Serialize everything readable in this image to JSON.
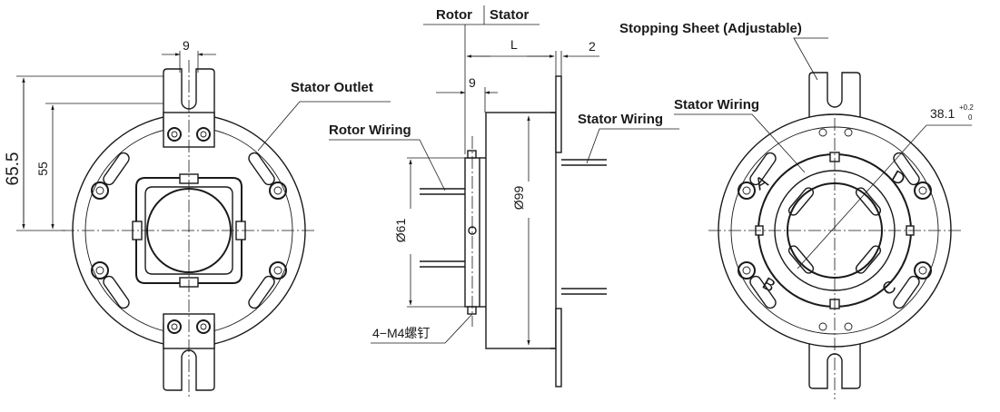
{
  "header": {
    "rotor": "Rotor",
    "stator": "Stator"
  },
  "labels": {
    "stator_outlet": "Stator Outlet",
    "rotor_wiring": "Rotor Wiring",
    "stator_wiring_side": "Stator Wiring",
    "stator_wiring_right": "Stator Wiring",
    "stopping_sheet": "Stopping Sheet (Adjustable)",
    "screws": "4−M4螺钉"
  },
  "dimensions": {
    "left_slot_width": "9",
    "left_height_outer": "65.5",
    "left_height_inner": "55",
    "side_length": "L",
    "side_flange": "2",
    "side_rotor_offset": "9",
    "side_body_diameter": "Ø99",
    "side_rotor_diameter": "Ø61",
    "right_bore": "38.1",
    "right_tol_upper": "+0.2",
    "right_tol_lower": "0"
  },
  "circuit_letters": {
    "a": "A",
    "b": "B",
    "c": "C",
    "d": "D"
  }
}
